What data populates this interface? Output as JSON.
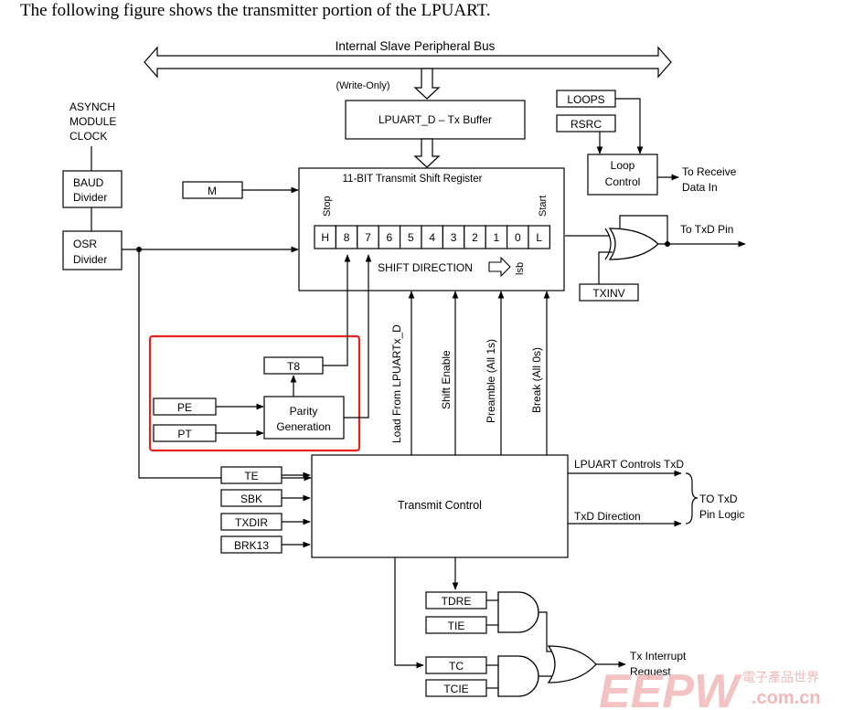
{
  "caption": "The following figure shows the transmitter portion of the LPUART.",
  "bus": {
    "label": "Internal Slave Peripheral Bus",
    "write_only": "(Write-Only)"
  },
  "tx_buffer": "LPUART_D – Tx Buffer",
  "clock": {
    "line1": "ASYNCH",
    "line2": "MODULE",
    "line3": "CLOCK"
  },
  "baud": {
    "line1": "BAUD",
    "line2": "Divider"
  },
  "osr": {
    "line1": "OSR",
    "line2": "Divider"
  },
  "m_reg": "M",
  "shift_register": {
    "title": "11-BIT Transmit Shift Register",
    "stop_label": "Stop",
    "start_label": "Start",
    "bits": [
      "H",
      "8",
      "7",
      "6",
      "5",
      "4",
      "3",
      "2",
      "1",
      "0",
      "L"
    ],
    "direction_label": "SHIFT DIRECTION",
    "lsb_label": "lsb"
  },
  "loops": "LOOPS",
  "rsrc": "RSRC",
  "loop_control": {
    "line1": "Loop",
    "line2": "Control"
  },
  "to_receive": {
    "line1": "To Receive",
    "line2": "Data In"
  },
  "to_txd_pin": "To TxD Pin",
  "txinv": "TXINV",
  "t8": "T8",
  "pe": "PE",
  "pt": "PT",
  "parity": {
    "line1": "Parity",
    "line2": "Generation"
  },
  "signals": {
    "load": "Load From LPUARTx_D",
    "shift_enable": "Shift Enable",
    "preamble": "Preamble (All 1s)",
    "break": "Break (All 0s)"
  },
  "transmit_control": "Transmit Control",
  "ctrl_inputs": [
    "TE",
    "SBK",
    "TXDIR",
    "BRK13"
  ],
  "lpuart_controls": "LPUART Controls TxD",
  "txd_direction": "TxD Direction",
  "to_txd_logic": {
    "line1": "TO TxD",
    "line2": "Pin Logic"
  },
  "tdre": "TDRE",
  "tie": "TIE",
  "tc": "TC",
  "tcie": "TCIE",
  "tx_interrupt": {
    "line1": "Tx Interrupt",
    "line2": "Request"
  },
  "watermark": {
    "logo": "EEPW",
    "cn": "電子產品世界",
    "url": ".com.cn"
  },
  "colors": {
    "highlight": "#e8211d",
    "watermark": "#f2b8b8"
  }
}
